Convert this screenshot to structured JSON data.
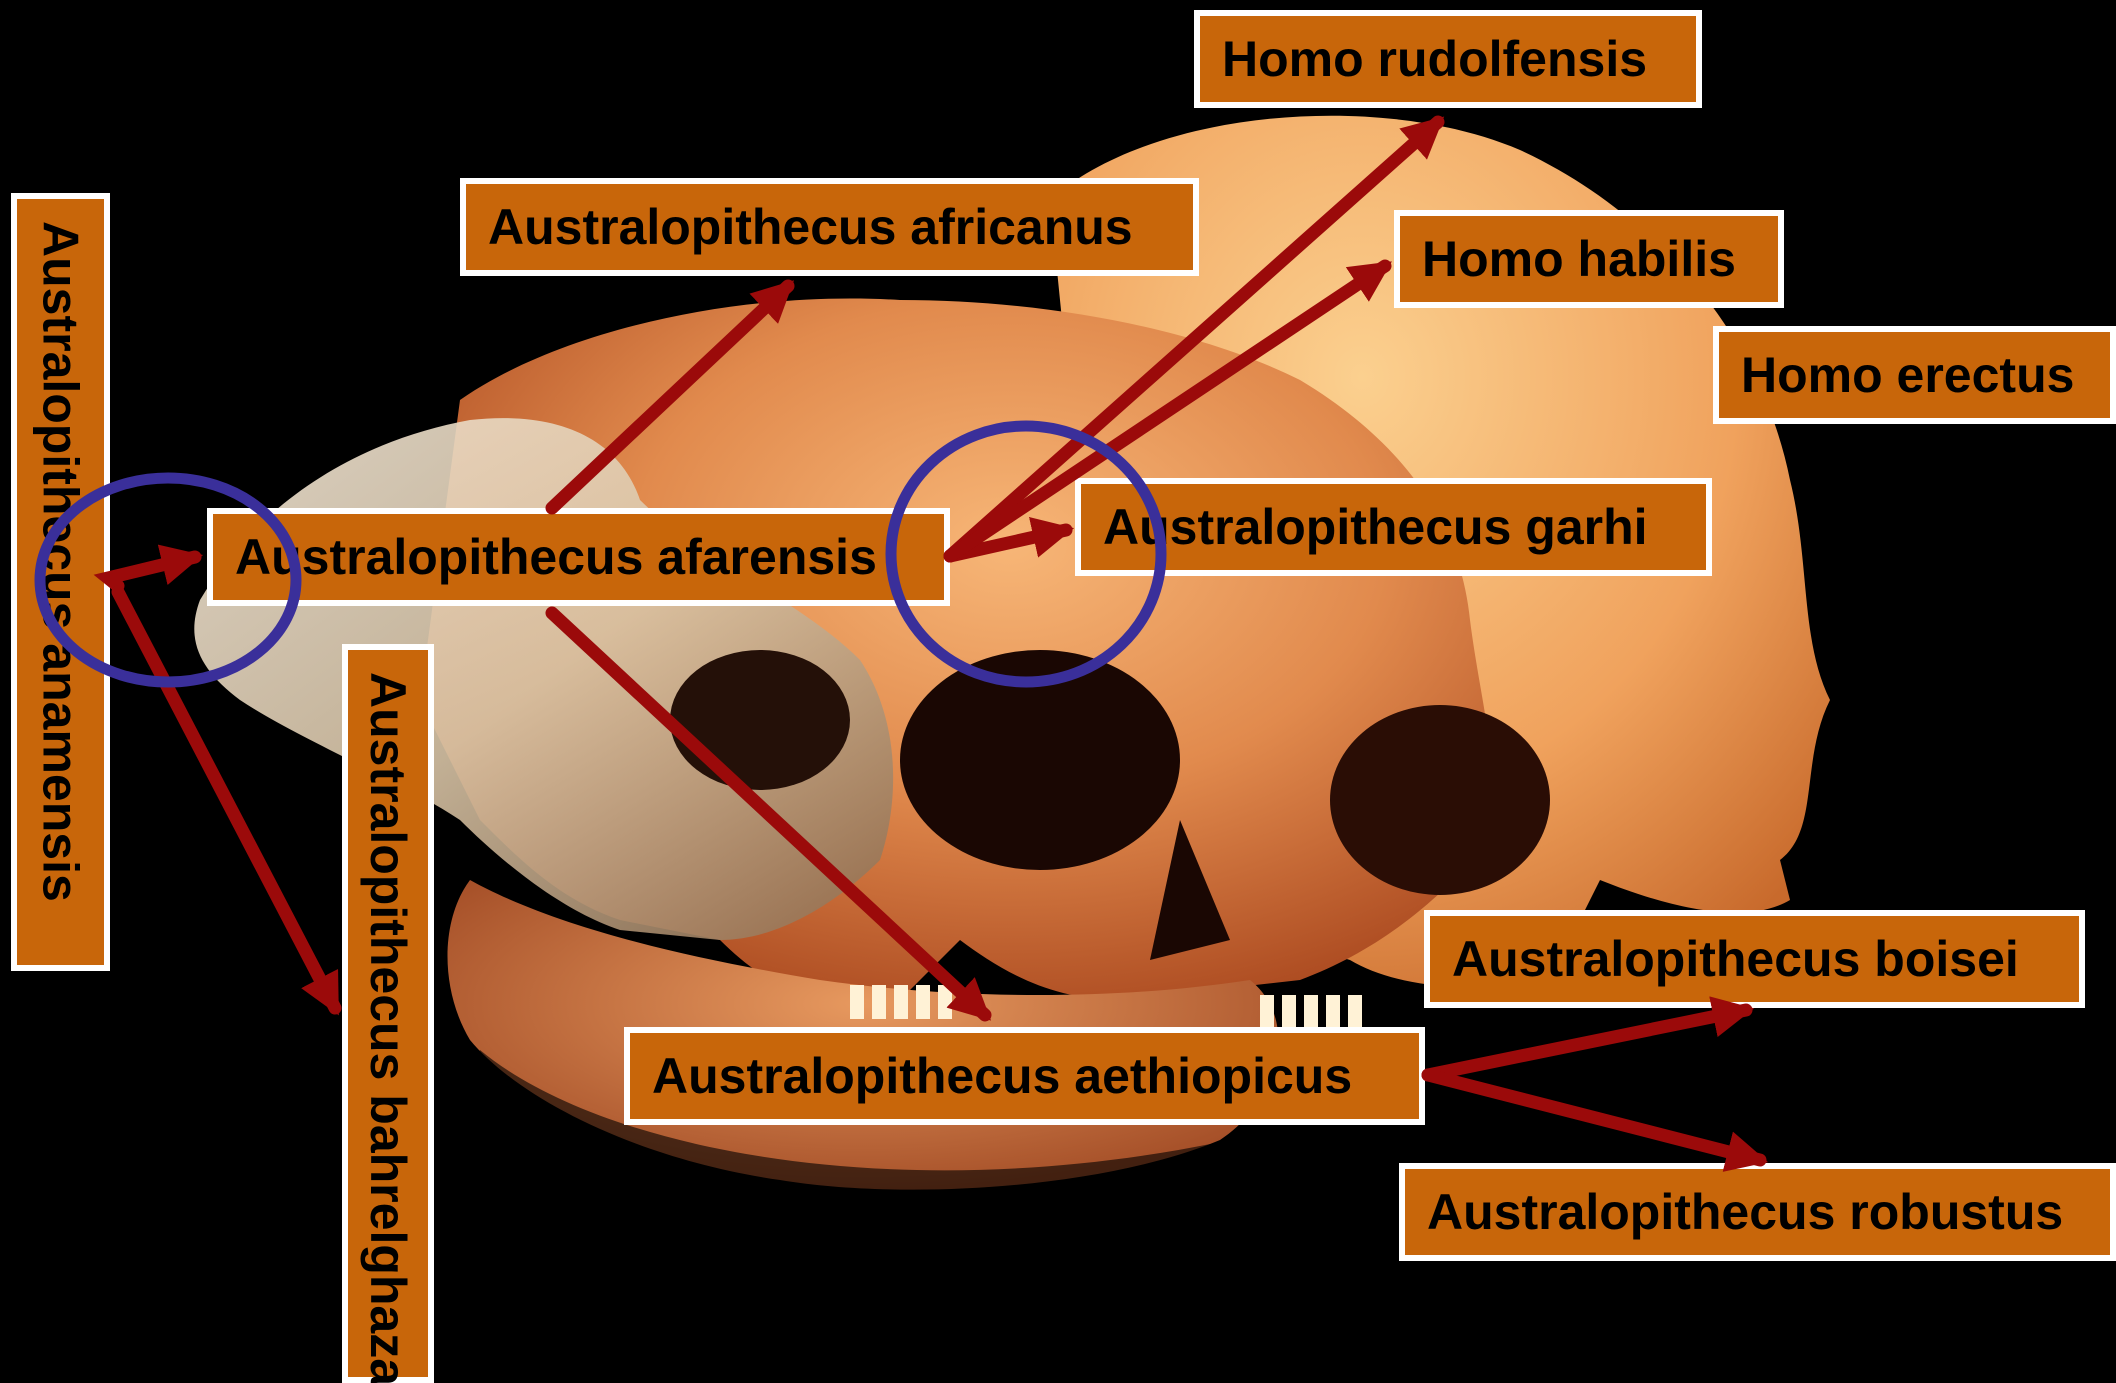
{
  "labels": {
    "homo_rudolfensis": "Homo rudolfensis",
    "australopithecus_africanus": "Australopithecus africanus",
    "homo_habilis": "Homo habilis",
    "homo_erectus": "Homo erectus",
    "australopithecus_anamensis": "Australopithecus anamensis",
    "australopithecus_afarensis": "Australopithecus afarensis",
    "australopithecus_garhi": "Australopithecus garhi",
    "australopithecus_bahrelghazali": "Australopithecus bahrelghazali",
    "australopithecus_boisei": "Australopithecus boisei",
    "australopithecus_aethiopicus": "Australopithecus aethiopicus",
    "australopithecus_robustus": "Australopithecus robustus"
  },
  "colors": {
    "background": "#000000",
    "label_fill": "#c8660a",
    "label_border": "#ffffff",
    "arrow": "#9b0a0a",
    "circle": "#3a2f9a",
    "skull_light": "#f6b071",
    "skull_mid": "#d9713b",
    "skull_dark": "#8c3a1b"
  }
}
